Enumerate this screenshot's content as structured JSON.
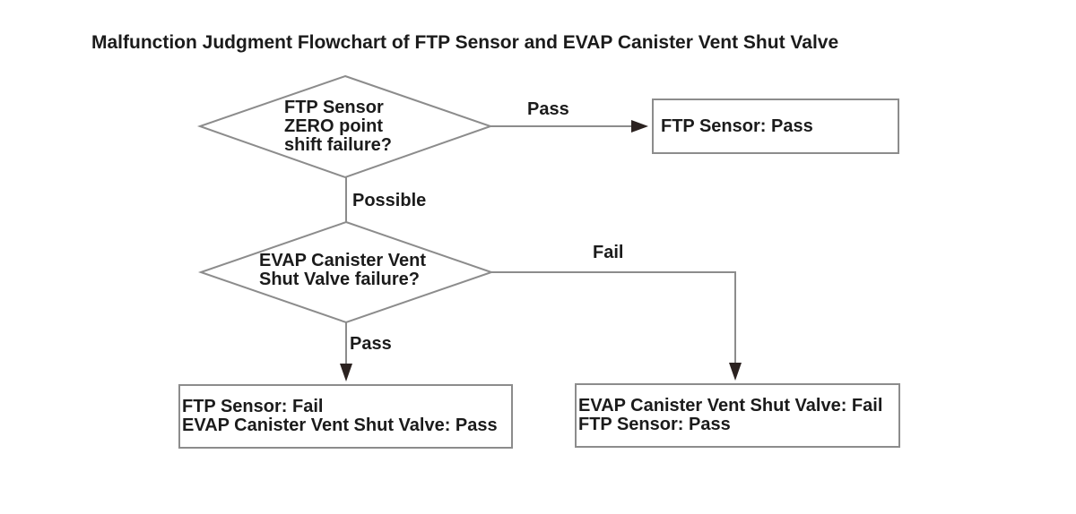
{
  "title": "Malfunction Judgment Flowchart of FTP Sensor and EVAP Canister Vent Shut Valve",
  "colors": {
    "line": "#8c8c8c",
    "arrowhead": "#2b2220",
    "text": "#1b1b1b",
    "background": "#ffffff"
  },
  "flowchart": {
    "decision1": {
      "line1": "FTP Sensor",
      "line2": "ZERO point",
      "line3": "shift failure?"
    },
    "decision2": {
      "line1": "EVAP Canister Vent",
      "line2": "Shut Valve failure?"
    },
    "labels": {
      "pass_top": "Pass",
      "possible": "Possible",
      "fail": "Fail",
      "pass_bottom": "Pass"
    },
    "box_ftp_pass": {
      "line1": "FTP Sensor: Pass"
    },
    "box_ftp_fail": {
      "line1": "FTP Sensor: Fail",
      "line2": "EVAP Canister Vent Shut Valve: Pass"
    },
    "box_valve_fail": {
      "line1": "EVAP Canister Vent Shut Valve: Fail",
      "line2": "FTP Sensor: Pass"
    }
  }
}
